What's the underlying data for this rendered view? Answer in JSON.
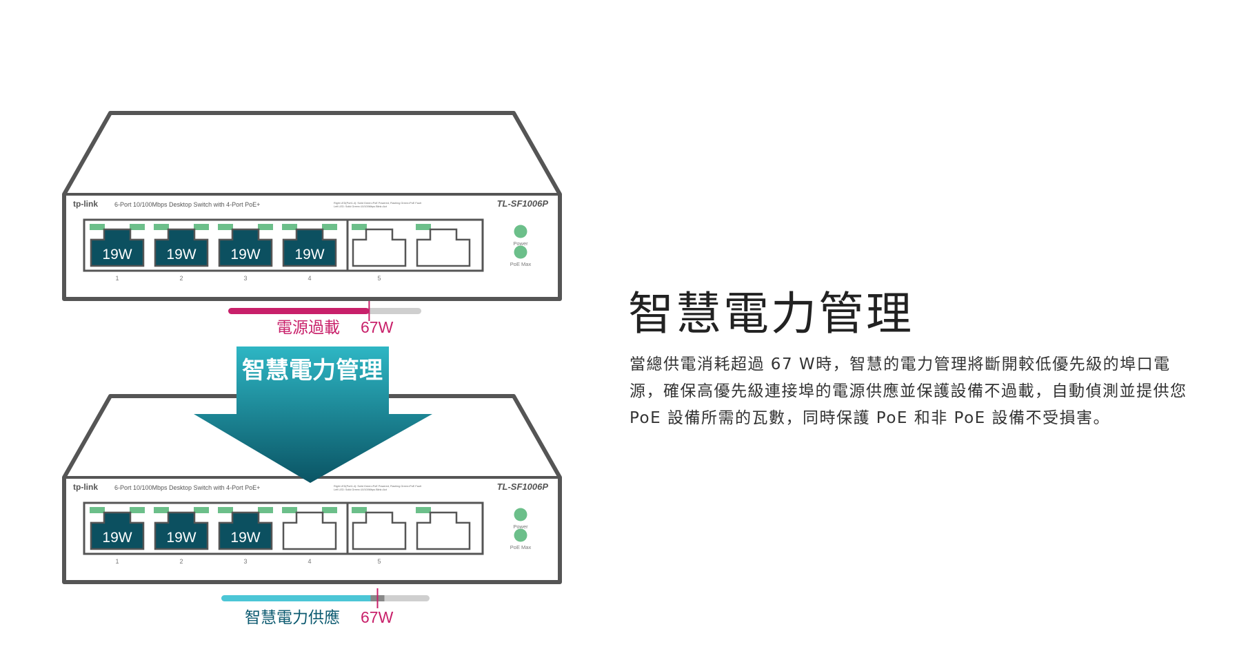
{
  "heading": "智慧電力管理",
  "description": "當總供電消耗超過 67 W時，智慧的電力管理將斷開較低優先級的埠口電源，確保高優先級連接埠的電源供應並保護設備不過載，自動偵測並提供您 PoE 設備所需的瓦數，同時保護 PoE 和非 PoE 設備不受損害。",
  "colors": {
    "outline": "#555555",
    "port_fill": "#0c5060",
    "led_green": "#6cbf8a",
    "overload": "#c8206a",
    "smart_supply": "#4cc6d6",
    "arrow_top": "#2eb6c4",
    "arrow_bottom": "#0a5464",
    "track": "#cfcfcf"
  },
  "switches": [
    {
      "brand": "tp-link",
      "description": "6-Port 10/100Mbps Desktop Switch with 4-Port PoE+",
      "model": "TL-SF1006P",
      "legend_line1": "Right LED(Port1-4):  Solid Green=PoE Powered, Flashing Green=PoE Fault",
      "legend_line2": "Left LED:  Solid Green=10/100Mbps  Blink=Act",
      "led_power": "Power",
      "led_poe_max": "PoE Max",
      "ports": [
        {
          "number": "1",
          "label": "19W",
          "powered": true
        },
        {
          "number": "2",
          "label": "19W",
          "powered": true
        },
        {
          "number": "3",
          "label": "19W",
          "powered": true
        },
        {
          "number": "4",
          "label": "19W",
          "powered": true
        },
        {
          "number": "5",
          "label": "",
          "powered": false
        },
        {
          "number": "",
          "label": "",
          "powered": false
        }
      ],
      "bar": {
        "label": "電源過載",
        "limit": "67W",
        "fill_fraction": 0.73,
        "mark_fraction": 0.73,
        "mode": "overload"
      }
    },
    {
      "brand": "tp-link",
      "description": "6-Port 10/100Mbps Desktop Switch with 4-Port PoE+",
      "model": "TL-SF1006P",
      "legend_line1": "Right LED(Port1-4):  Solid Green=PoE Powered, Flashing Green=PoE Fault",
      "legend_line2": "Left LED:  Solid Green=10/100Mbps  Blink=Act",
      "led_power": "Power",
      "led_poe_max": "PoE Max",
      "ports": [
        {
          "number": "1",
          "label": "19W",
          "powered": true
        },
        {
          "number": "2",
          "label": "19W",
          "powered": true
        },
        {
          "number": "3",
          "label": "19W",
          "powered": true
        },
        {
          "number": "4",
          "label": "",
          "powered": false
        },
        {
          "number": "5",
          "label": "",
          "powered": false
        },
        {
          "number": "",
          "label": "",
          "powered": false
        }
      ],
      "bar": {
        "label": "智慧電力供應",
        "limit": "67W",
        "fill_fraction": 0.73,
        "mark_fraction": 0.75,
        "mode": "smart"
      }
    }
  ],
  "arrow_label": "智慧電力管理"
}
